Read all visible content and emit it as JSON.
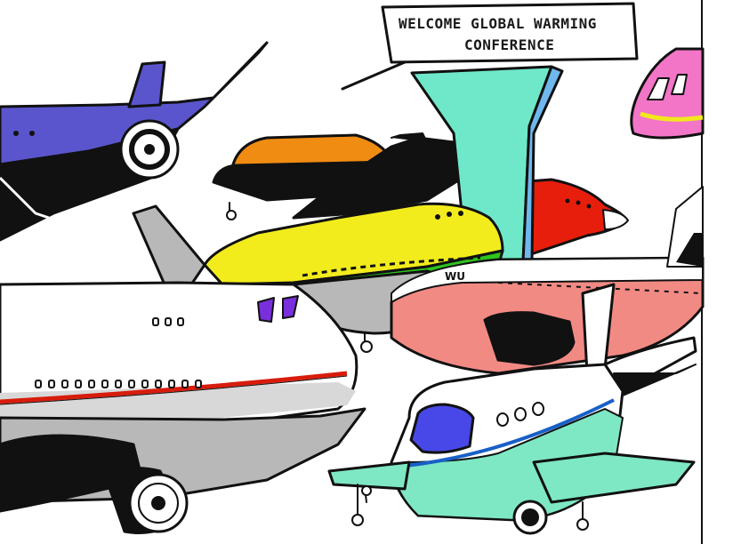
{
  "sign": {
    "line1": "WELCOME GLOBAL WARMING",
    "line2": "CONFERENCE"
  },
  "colors": {
    "purple_plane": "#5a55cc",
    "orange_plane": "#f08c12",
    "yellow_plane": "#f2ec1c",
    "green_stripe": "#2ec51e",
    "tower": "#6ee8c8",
    "tower_side": "#6fb8ee",
    "red_plane": "#e81e0c",
    "pink_plane": "#f275c8",
    "salmon_plane": "#f28a84",
    "mint_plane": "#7ee8c4",
    "blue_window": "#4848e8",
    "gray_body": "#b8b8b8",
    "red_stripe": "#d81c0c"
  },
  "icons": {
    "tower": "control-tower-icon",
    "sign": "banner-sign"
  }
}
